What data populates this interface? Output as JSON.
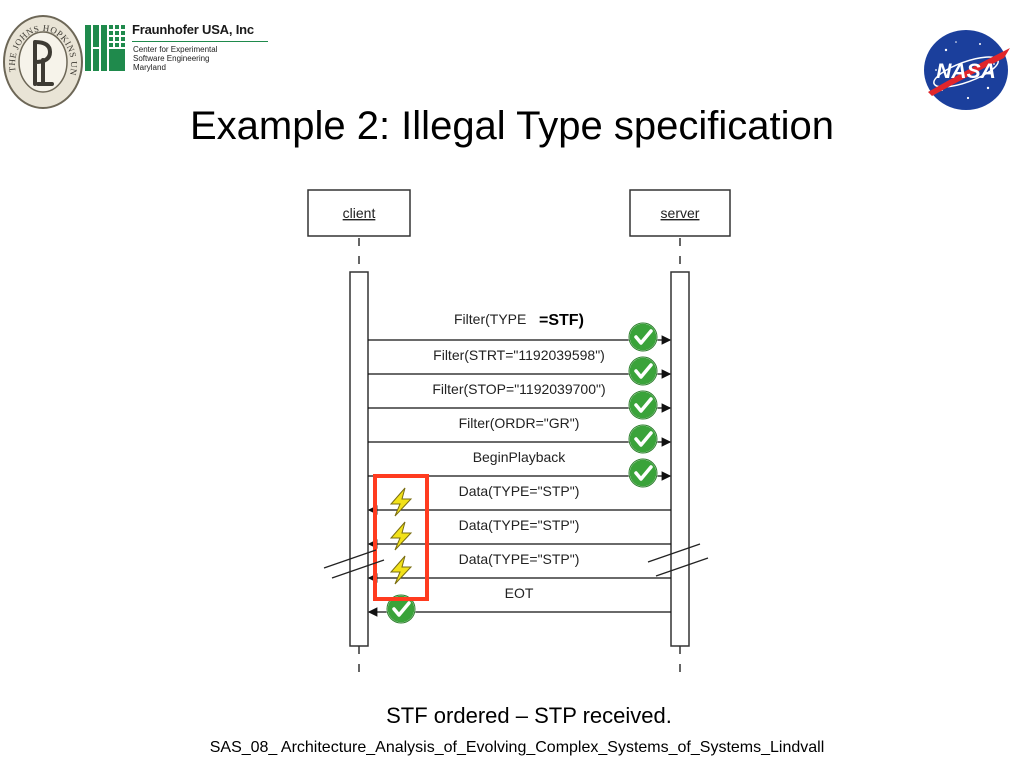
{
  "header": {
    "jhu_seal_text": "THE JOHNS HOPKINS UNIVERSITY",
    "fraunhofer": {
      "name": "Fraunhofer USA, Inc",
      "lines": [
        "Center for Experimental",
        "Software Engineering",
        "Maryland"
      ]
    },
    "nasa_logo_text": "NASA"
  },
  "slide": {
    "title": "Example 2: Illegal Type specification",
    "caption": "STF ordered – STP received.",
    "footer": "SAS_08_ Architecture_Analysis_of_Evolving_Complex_Systems_of_Systems_Lindvall"
  },
  "diagram": {
    "participants": {
      "left": "client",
      "right": "server"
    },
    "first_message": {
      "prefix": "Filter(TYPE",
      "overlay": "=STF)"
    },
    "messages": [
      {
        "label": "Filter(STRT=\"1192039598\")",
        "direction": "right",
        "status": "check"
      },
      {
        "label": "Filter(STOP=\"1192039700\")",
        "direction": "right",
        "status": "check"
      },
      {
        "label": "Filter(ORDR=\"GR\")",
        "direction": "right",
        "status": "check"
      },
      {
        "label": "BeginPlayback",
        "direction": "right",
        "status": "check"
      },
      {
        "label": "Data(TYPE=\"STP\")",
        "direction": "left",
        "status": "error"
      },
      {
        "label": "Data(TYPE=\"STP\")",
        "direction": "left",
        "status": "error"
      },
      {
        "label": "Data(TYPE=\"STP\")",
        "direction": "left",
        "status": "error"
      },
      {
        "label": "EOT",
        "direction": "left",
        "status": "check"
      }
    ],
    "colors": {
      "highlight_box": "#ff3b1f",
      "check": "#3aa33a",
      "bolt": "#f2e21a",
      "fraunhofer_green": "#1f8a4c",
      "nasa_blue": "#1b3f9c",
      "nasa_red": "#e0262b"
    }
  }
}
